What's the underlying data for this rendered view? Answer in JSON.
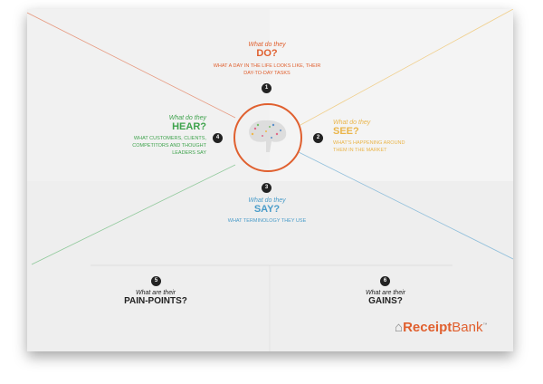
{
  "do": {
    "num": "1",
    "q": "What do they",
    "h": "DO?",
    "d": "WHAT A DAY IN THE LIFE LOOKS LIKE, THEIR DAY-TO-DAY TASKS",
    "color": "#e0602f"
  },
  "see": {
    "num": "2",
    "q": "What do they",
    "h": "SEE?",
    "d": "WHAT'S HAPPENING AROUND THEM IN THE MARKET",
    "color": "#eab54a"
  },
  "say": {
    "num": "3",
    "q": "What do they",
    "h": "SAY?",
    "d": "WHAT TERMINOLOGY THEY USE",
    "color": "#4a9cc9"
  },
  "hear": {
    "num": "4",
    "q": "What do they",
    "h": "HEAR?",
    "d": "WHAT CUSTOMERS, CLIENTS, COMPETITORS AND THOUGHT LEADERS SAY",
    "color": "#3fa34d"
  },
  "pain": {
    "num": "5",
    "q": "What are their",
    "h": "PAIN-POINTS?"
  },
  "gains": {
    "num": "6",
    "q": "What are their",
    "h": "GAINS?"
  },
  "logo": {
    "bold": "Receipt",
    "light": "Bank",
    "tm": "™"
  }
}
